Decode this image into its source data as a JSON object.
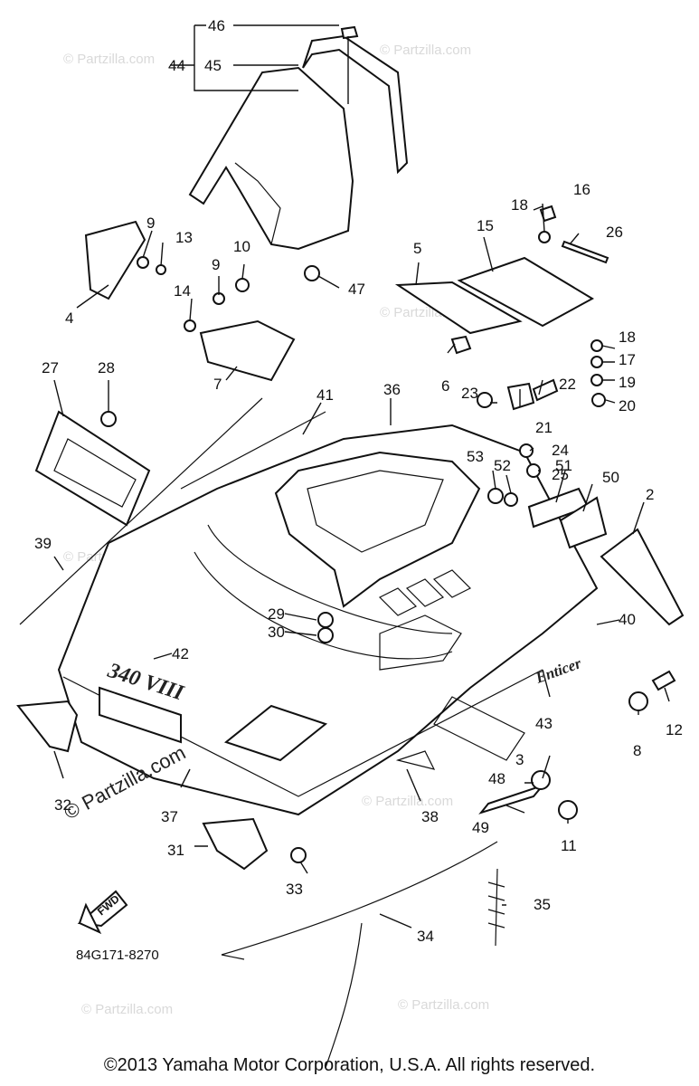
{
  "diagram_code": "84G171-8270",
  "fwd_label": "FWD",
  "model_decal": "340 VIII",
  "brand_decal": "Enticer",
  "watermark": "© Partzilla.com",
  "copyright": "©2013 Yamaha Motor Corporation, U.S.A. All rights reserved.",
  "callouts": [
    "46",
    "44",
    "45",
    "9",
    "13",
    "10",
    "9",
    "14",
    "4",
    "7",
    "47",
    "5",
    "15",
    "16",
    "18",
    "26",
    "18",
    "17",
    "19",
    "20",
    "6",
    "23",
    "22",
    "21",
    "24",
    "25",
    "53",
    "52",
    "51",
    "50",
    "2",
    "27",
    "28",
    "41",
    "36",
    "39",
    "29",
    "30",
    "42",
    "40",
    "43",
    "8",
    "12",
    "3",
    "48",
    "49",
    "11",
    "38",
    "37",
    "32",
    "31",
    "33",
    "34",
    "35"
  ]
}
